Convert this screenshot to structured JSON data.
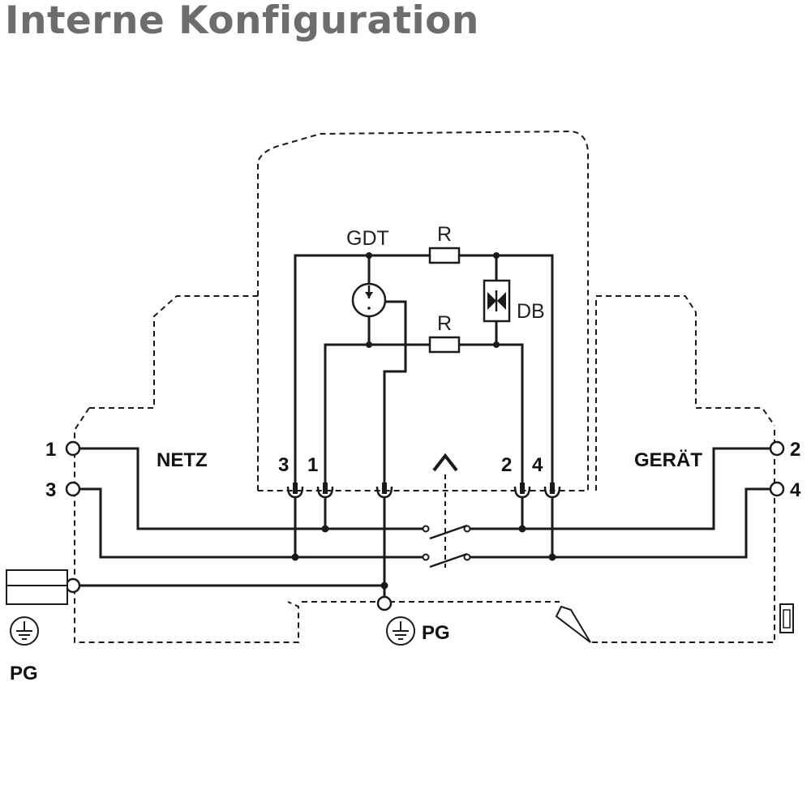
{
  "title": "Interne Konfiguration",
  "colors": {
    "title": "#6d6d6d",
    "lines": "#1a1a1a",
    "background": "#ffffff"
  },
  "labels": {
    "gdt": "GDT",
    "r_top": "R",
    "r_bottom": "R",
    "db": "DB",
    "netz": "NETZ",
    "geraet": "GERÄT",
    "pg_left": "PG",
    "pg_center": "PG"
  },
  "terminals": {
    "left_1": "1",
    "left_3": "3",
    "right_2": "2",
    "right_4": "4",
    "module_3": "3",
    "module_1": "1",
    "module_2": "2",
    "module_4": "4"
  },
  "icons": [
    "ground-icon",
    "gas-discharge-tube-icon",
    "resistor-icon",
    "diode-icon",
    "switch-icon",
    "arrow-up-icon"
  ]
}
